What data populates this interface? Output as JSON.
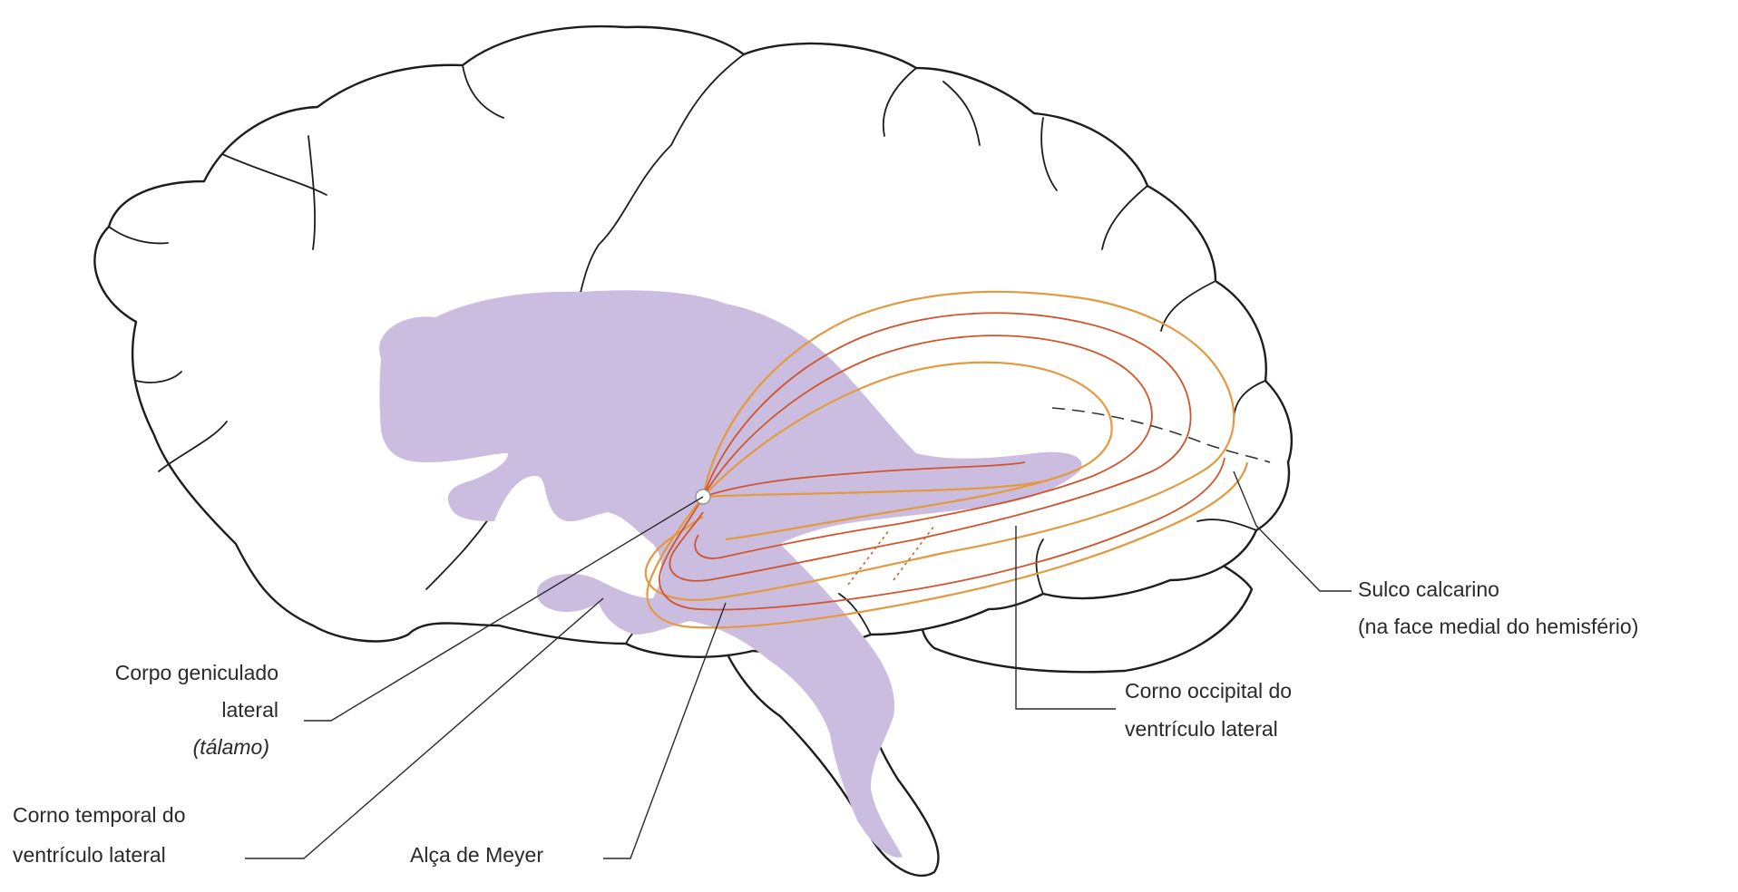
{
  "labels": {
    "lgn_line1": "Corpo geniculado",
    "lgn_line2": "lateral",
    "lgn_line3": "(tálamo)",
    "temporal_horn_line1": "Corno temporal do",
    "temporal_horn_line2": "ventrículo lateral",
    "meyer_loop": "Alça de Meyer",
    "occipital_horn_line1": "Corno occipital do",
    "occipital_horn_line2": "ventrículo lateral",
    "calcarine_line1": "Sulco calcarino",
    "calcarine_line2": "(na face medial do hemisfério)"
  },
  "colors": {
    "ventricle_fill": "#cbbde0",
    "radiation_outer": "#e39a3e",
    "radiation_inner": "#d0542c",
    "outline": "#1d1d1d",
    "label_text": "#2a2a2a"
  }
}
